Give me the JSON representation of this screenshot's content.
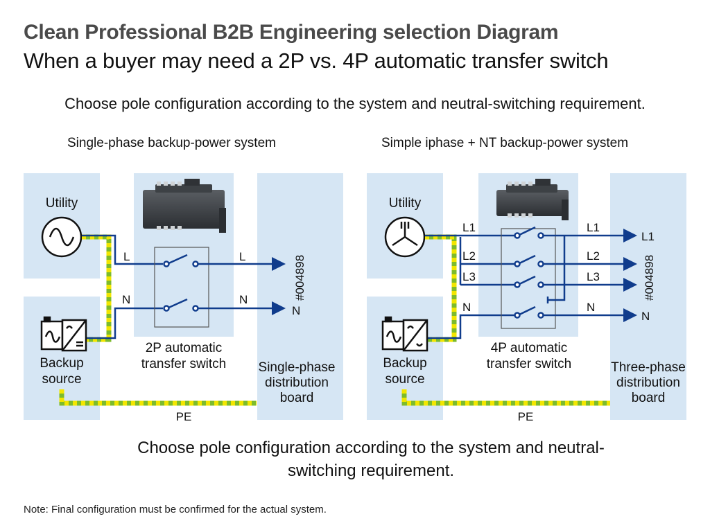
{
  "header": {
    "title": "Clean Professional B2B Engineering selection Diagram",
    "subtitle": "When a buyer may need a 2P vs. 4P automatic transfer switch",
    "intro": "Choose pole configuration according to the system and neutral-switching requirement."
  },
  "left_panel": {
    "title": "Single-phase backup-power system",
    "utility_label": "Utility",
    "backup_label_1": "Backup",
    "backup_label_2": "source",
    "switch_label_1": "2P automatic",
    "switch_label_2": "transfer switch",
    "board_label_1": "Single-phase",
    "board_label_2": "distribution",
    "board_label_3": "board",
    "line_in": [
      "L",
      "N"
    ],
    "line_out": [
      "L",
      "N"
    ],
    "terminals": [
      "N"
    ],
    "code": "#004898",
    "pe_label": "PE"
  },
  "right_panel": {
    "title": "Simple iphase + NT backup-power system",
    "utility_label": "Utility",
    "backup_label_1": "Backup",
    "backup_label_2": "source",
    "switch_label_1": "4P automatic",
    "switch_label_2": "transfer switch",
    "board_label_1": "Three-phase",
    "board_label_2": "distribution",
    "board_label_3": "board",
    "line_in": [
      "L1",
      "L2",
      "L3",
      "N"
    ],
    "line_out": [
      "L1",
      "L2",
      "L3",
      "N"
    ],
    "terminals": [
      "L1",
      "N"
    ],
    "code": "#004898",
    "pe_label": "PE"
  },
  "footer": "Choose pole configuration according to the system and neutral-switching requirement.",
  "note": "Note: Final configuration must be confirmed for the actual system.",
  "colors": {
    "panel": "#d6e6f4",
    "wire": "#103c8c",
    "earth_green": "#7dbb2c",
    "earth_yellow": "#f2e600"
  }
}
